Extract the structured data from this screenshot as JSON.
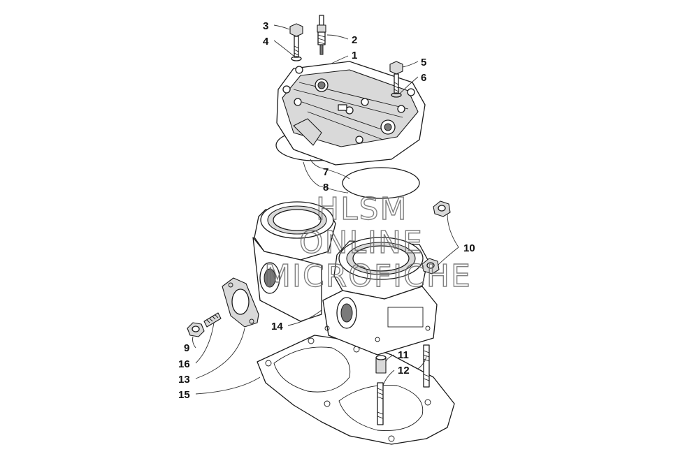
{
  "callouts": {
    "c1": "1",
    "c2": "2",
    "c3": "3",
    "c4": "4",
    "c5": "5",
    "c6": "6",
    "c7": "7",
    "c8": "8",
    "c9": "9",
    "c10": "10",
    "c11": "11",
    "c12": "12",
    "c13": "13",
    "c14": "14",
    "c15": "15",
    "c16": "16"
  },
  "watermark": {
    "line1": "HLSM",
    "line2": "ONLINE",
    "line3": "MICROFICHE"
  },
  "colors": {
    "line": "#1a1a1a",
    "background": "#ffffff",
    "watermark": "#6b6b6b"
  }
}
